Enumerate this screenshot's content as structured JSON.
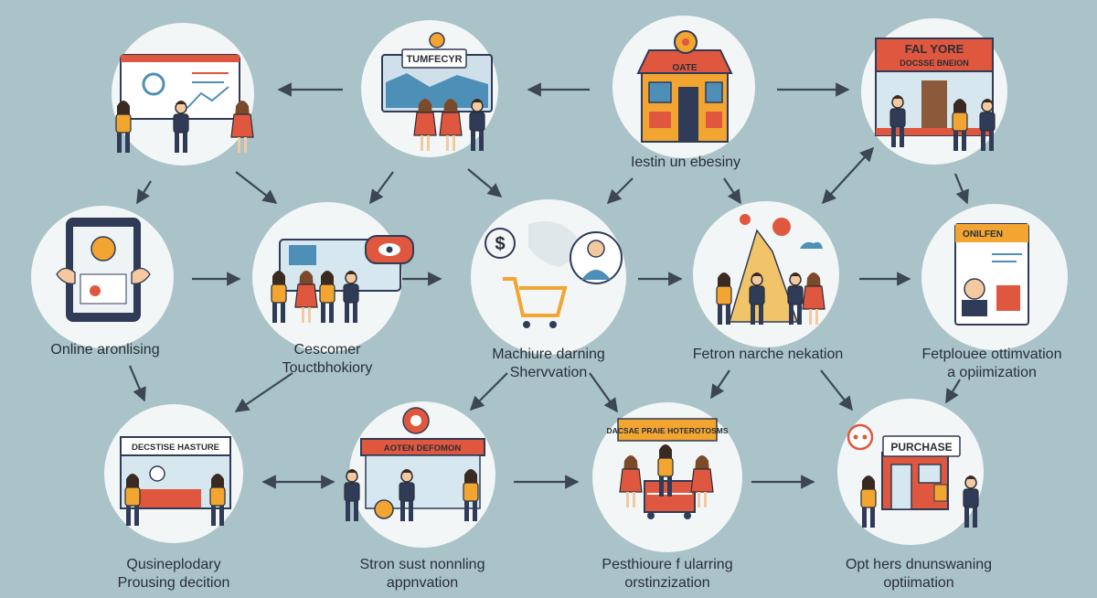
{
  "signs": {
    "billboard": "TUMFECYR",
    "shop_top": "OATE",
    "fair_store_title": "FAL YORE",
    "fair_store_sub": "DOCSSE BNEION",
    "online_doc": "ONILFEN",
    "store_banner": "DECSTISE HASTURE",
    "market_banner": "AOTEN DEFOMON",
    "stand_banner": "DACSAE PRAIE HOTEROTOSMS",
    "purchase": "PURCHASE"
  },
  "labels": {
    "center_top": [
      "Iestin un ebesiny"
    ],
    "online": [
      "Online aronlising"
    ],
    "customer": [
      "Cescomer",
      "Touctbhokiory"
    ],
    "machine": [
      "Machiure darning",
      "Shervvation"
    ],
    "fetron": [
      "Fetron narche nekation"
    ],
    "fetplouee": [
      "Fetplouee ottimvation",
      "a opiimization"
    ],
    "qusine": [
      "Qusineplodary",
      "Prousing decition"
    ],
    "stron": [
      "Stron sust nonnling",
      "appnvation"
    ],
    "pesthioure": [
      "Pesthioure f ularring",
      "orstinzization"
    ],
    "opt": [
      "Opt hers dnunswaning",
      "optiimation"
    ]
  },
  "colors": {
    "background": "#a9c3c9",
    "circle": "#f3f6f6",
    "navy": "#2f3b57",
    "orange": "#f2a531",
    "red": "#e0573f",
    "blue": "#4e8fb8",
    "arrow": "#3c4654"
  }
}
